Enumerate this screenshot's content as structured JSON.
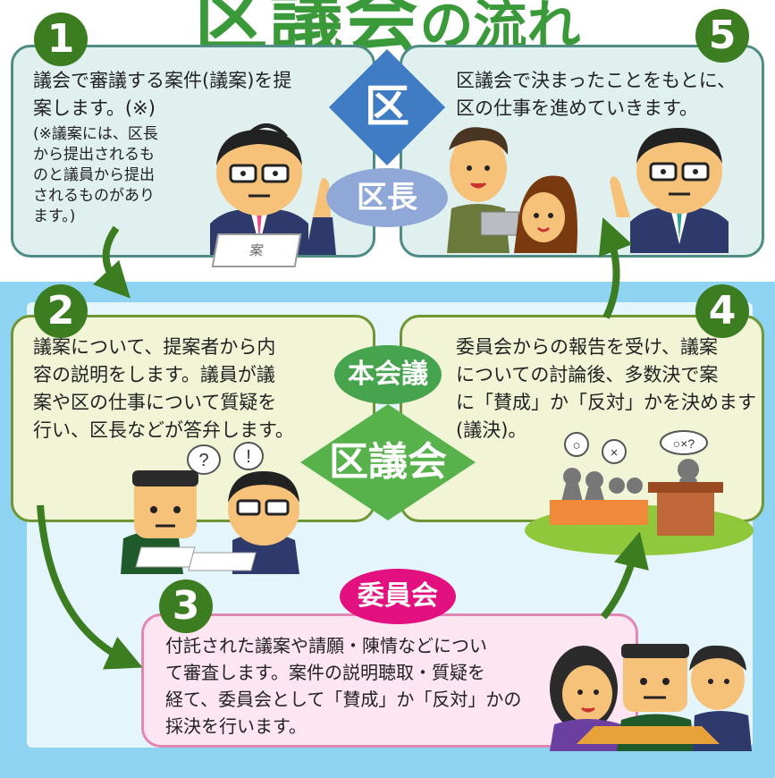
{
  "title": {
    "main": "区議会",
    "suffix": "の流れ"
  },
  "center": {
    "ku": "区",
    "kucho": "区長",
    "honkaigi": "本会議",
    "kugikai": "区議会",
    "iinkai": "委員会"
  },
  "steps": [
    {
      "number": "1",
      "lines": [
        "議会で審議する案件(議案)を提",
        "案します。(※)"
      ],
      "note": [
        "(※議案には、区長",
        "から提出されるも",
        "のと議員から提出",
        "されるものがあり",
        "ます。)"
      ],
      "paper": "案"
    },
    {
      "number": "2",
      "lines": [
        "議案について、提案者から内",
        "容の説明をします。議員が議",
        "案や区の仕事について質疑を",
        "行い、区長などが答弁します。"
      ],
      "bubbles": [
        "?",
        "!"
      ]
    },
    {
      "number": "3",
      "lines": [
        "付託された議案や請願・陳情などについ",
        "て審査します。案件の説明聴取・質疑を",
        "経て、委員会として「賛成」か「反対」かの",
        "採決を行います。"
      ]
    },
    {
      "number": "4",
      "lines": [
        "委員会からの報告を受け、議案",
        "についての討論後、多数決で案",
        "に「賛成」か「反対」かを決めます",
        "(議決)。"
      ],
      "bubbles": [
        "○",
        "×",
        "○×?"
      ]
    },
    {
      "number": "5",
      "lines": [
        "区議会で決まったことをもとに、",
        "区の仕事を進めていきます。"
      ]
    }
  ],
  "colors": {
    "green_title": "#3a9a3a",
    "number_bg": "#3c7d22",
    "diamond_blue": "#3f7cc4",
    "oval_blue": "#8fa8d8",
    "honkaigi_green": "#46a44e",
    "kugikai_green": "#57b24b",
    "iinkai_pink": "#e2117f",
    "band_blue": "#8fd3f2"
  }
}
